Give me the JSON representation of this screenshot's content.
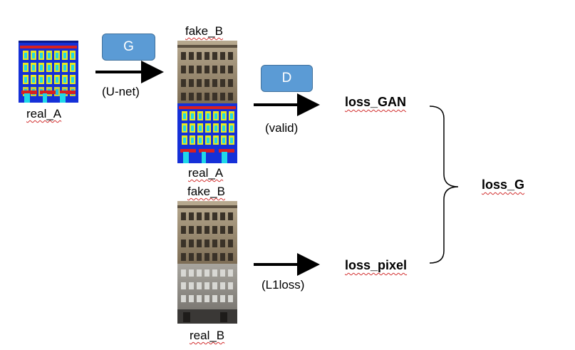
{
  "labels": {
    "real_a_left": "real_A",
    "fake_b_top": "fake_B",
    "real_a_mid": "real_A",
    "fake_b_bottom": "fake_B",
    "real_b": "real_B",
    "unet": "(U-net)",
    "valid": "(valid)",
    "l1loss": "(L1loss)"
  },
  "boxes": {
    "generator": "G",
    "discriminator": "D"
  },
  "outputs": {
    "loss_gan": "loss_GAN",
    "loss_pixel": "loss_pixel",
    "loss_g": "loss_G"
  },
  "colors": {
    "box_fill": "#5b9bd5",
    "label_bg_blue": "#1530d8",
    "label_yellow": "#e8e820",
    "label_cyan": "#20d8e8",
    "label_red": "#d82020",
    "facade_brown": "#8a7a62",
    "facade_gray": "#8e8b84"
  }
}
